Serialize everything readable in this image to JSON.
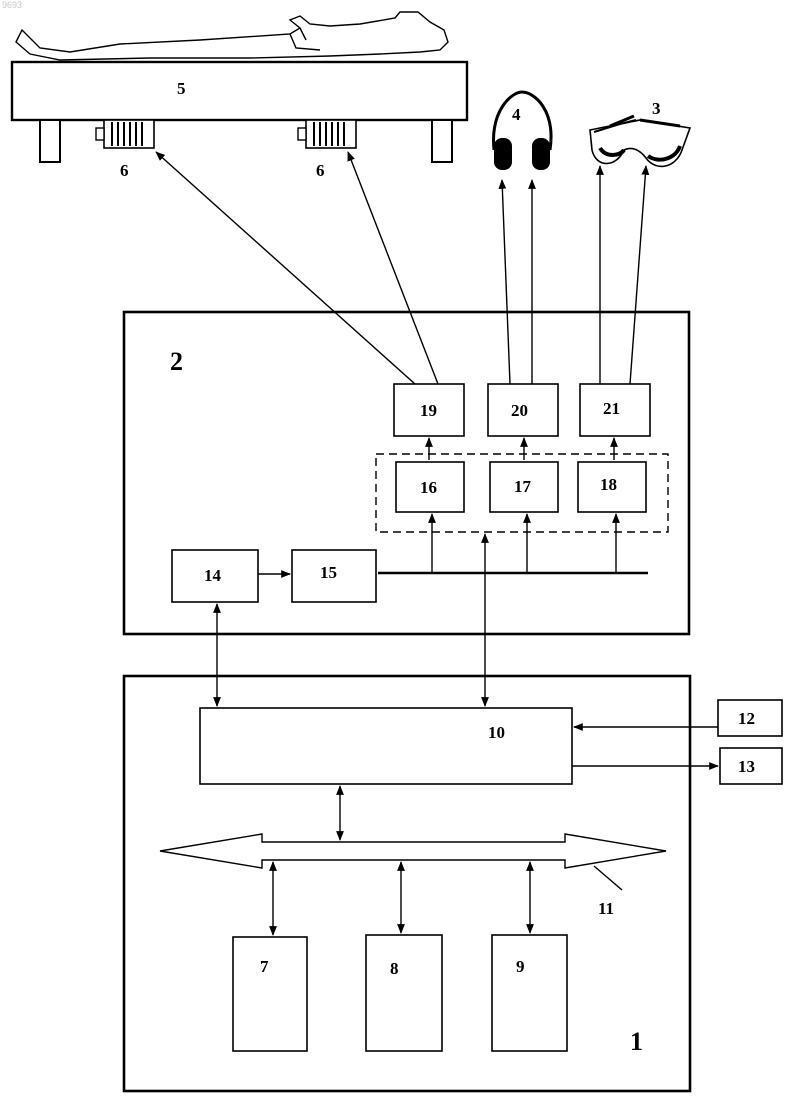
{
  "corner_code": "9693",
  "unit_labels": {
    "u1": "1",
    "u2": "2",
    "u3": "3",
    "u4": "4",
    "u5": "5",
    "u6a": "6",
    "u6b": "6",
    "u7": "7",
    "u8": "8",
    "u9": "9",
    "u10": "10",
    "u11": "11",
    "u12": "12",
    "u13": "13",
    "u14": "14",
    "u15": "15",
    "u16": "16",
    "u17": "17",
    "u18": "18",
    "u19": "19",
    "u20": "20",
    "u21": "21"
  }
}
